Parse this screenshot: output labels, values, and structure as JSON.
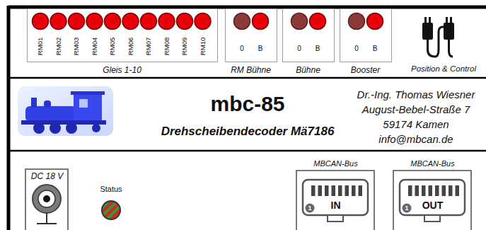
{
  "diagram": {
    "title": "mbc-85",
    "nodes": [
      {
        "text": [
          "Gleis 1-10"
        ]
      },
      {
        "text": [
          "RM Bühne"
        ]
      },
      {
        "text": [
          "Bühne"
        ]
      },
      {
        "text": [
          "Booster"
        ]
      },
      {
        "text": [
          "DC 18 V"
        ]
      },
      {
        "text": [
          "MBCAN-Bus",
          "IN"
        ]
      },
      {
        "text": [
          "MBCAN-Bus",
          "OUT"
        ]
      }
    ],
    "labels": [
      "RM01",
      "RM02",
      "RM03",
      "RM04",
      "RM05",
      "RM06",
      "RM07",
      "RM08",
      "RM09",
      "RM10",
      "0",
      "B",
      "0",
      "B",
      "0",
      "B",
      "Position & Control",
      "Drehscheibendecoder Mä7186",
      "Dr.-Ing. Thomas Wiesner",
      "August-Bebel-Straße 7",
      "59174 Kamen",
      "info@mbcan.de",
      "Status",
      "1",
      "1"
    ]
  }
}
